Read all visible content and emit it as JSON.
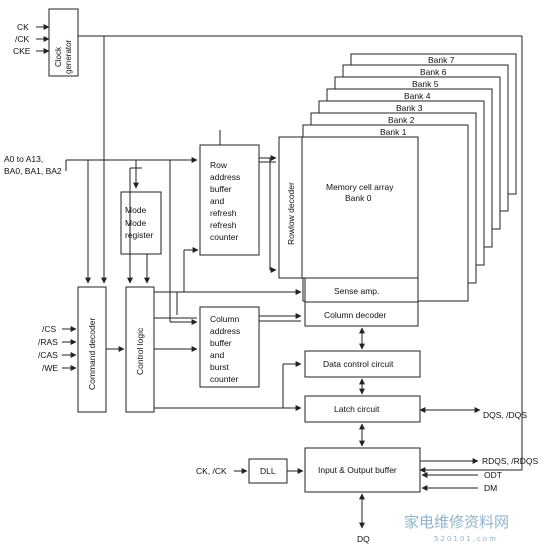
{
  "signals": {
    "ck": "CK",
    "ck_n": "/CK",
    "cke": "CKE",
    "addr_line1": "A0 to A13,",
    "addr_line2": "BA0, BA1, BA2",
    "cs": "/CS",
    "ras": "/RAS",
    "cas": "/CAS",
    "we": "/WE",
    "dll_clk": "CK, /CK",
    "dqs": "DQS, /DQS",
    "rdqs": "RDQS, /RDQS",
    "odt": "ODT",
    "dm": "DM",
    "dq": "DQ"
  },
  "blocks": {
    "clock_generator": [
      "Clock",
      "generator"
    ],
    "mode_register": [
      "Mode",
      "Mode",
      "register"
    ],
    "row_buffer": [
      "Row",
      "address",
      "buffer",
      "and",
      "refresh",
      "refresh",
      "counter"
    ],
    "row_decoder": "Rowlow decoder",
    "memory_array": [
      "Memory cell array",
      "Bank 0"
    ],
    "sense_amp": "Sense amp.",
    "column_decoder": "Column decoder",
    "column_buffer": [
      "Column",
      "address",
      "buffer",
      "and",
      "burst",
      "counter"
    ],
    "command_decoder": "Command decoder",
    "control_logic": "Control logic",
    "data_control": "Data control circuit",
    "latch": "Latch circuit",
    "dll": "DLL",
    "io_buffer": "Input & Output buffer"
  },
  "banks": [
    "Bank 7",
    "Bank 6",
    "Bank 5",
    "Bank 4",
    "Bank 3",
    "Bank 2",
    "Bank 1"
  ],
  "watermark": {
    "main": "家电维修资料网",
    "sub": "520101.com"
  }
}
